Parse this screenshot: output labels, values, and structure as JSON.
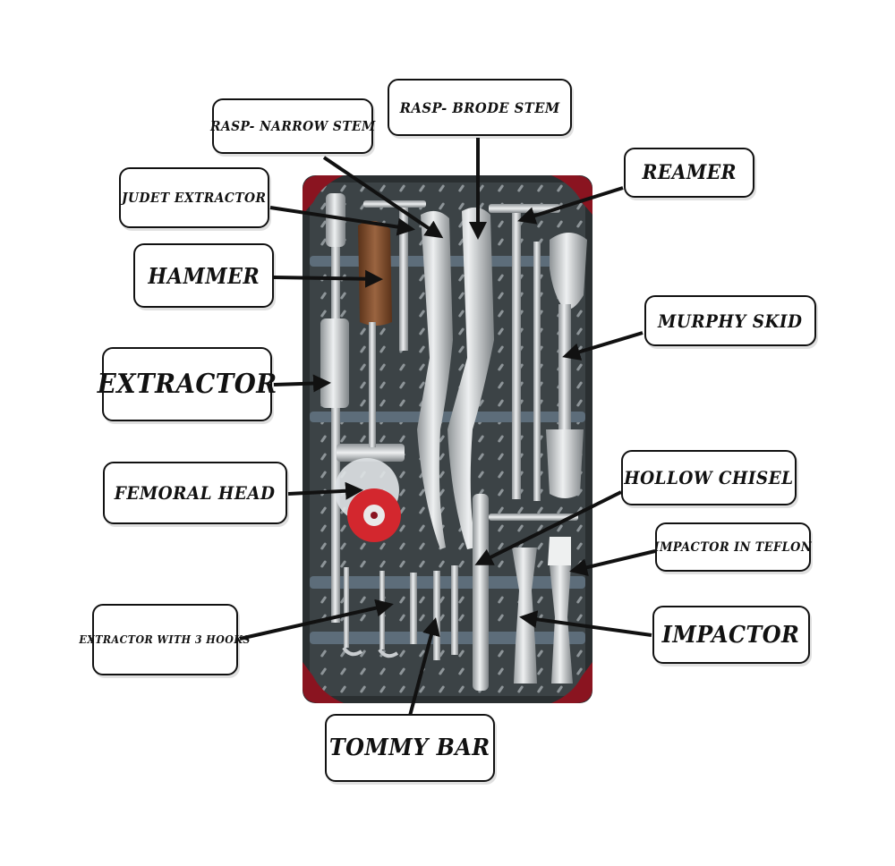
{
  "labels": {
    "rasp_narrow_stem": "RASP- NARROW STEM",
    "rasp_brode_stem": "RASP- BRODE  STEM",
    "reamer": "REAMER",
    "judet_extractor": "JUDET EXTRACTOR",
    "hammer": "HAMMER",
    "murphy_skid": "MURPHY SKID",
    "extractor": "EXTRACTOR",
    "femoral_head": "FEMORAL HEAD",
    "hollow_chisel": "HOLLOW CHISEL",
    "impactor_in_teflon": "IMPACTOR IN TEFLON",
    "extractor_with_3_hooks": "EXTRACTOR WITH 3 HOOKS",
    "impactor": "IMPACTOR",
    "tommy_bar": "TOMMY BAR"
  },
  "colors": {
    "tray": "#3c4346",
    "tray_edge": "#2a2f31",
    "corner_caps": "#8a1420",
    "steel": "#c9cdd0",
    "wood_handle": "#7a4a2b",
    "femoral_head_red": "#d3272e",
    "rails": "#5d6d7a"
  },
  "icons": {
    "leader_arrows": "arrow-right-icon"
  }
}
